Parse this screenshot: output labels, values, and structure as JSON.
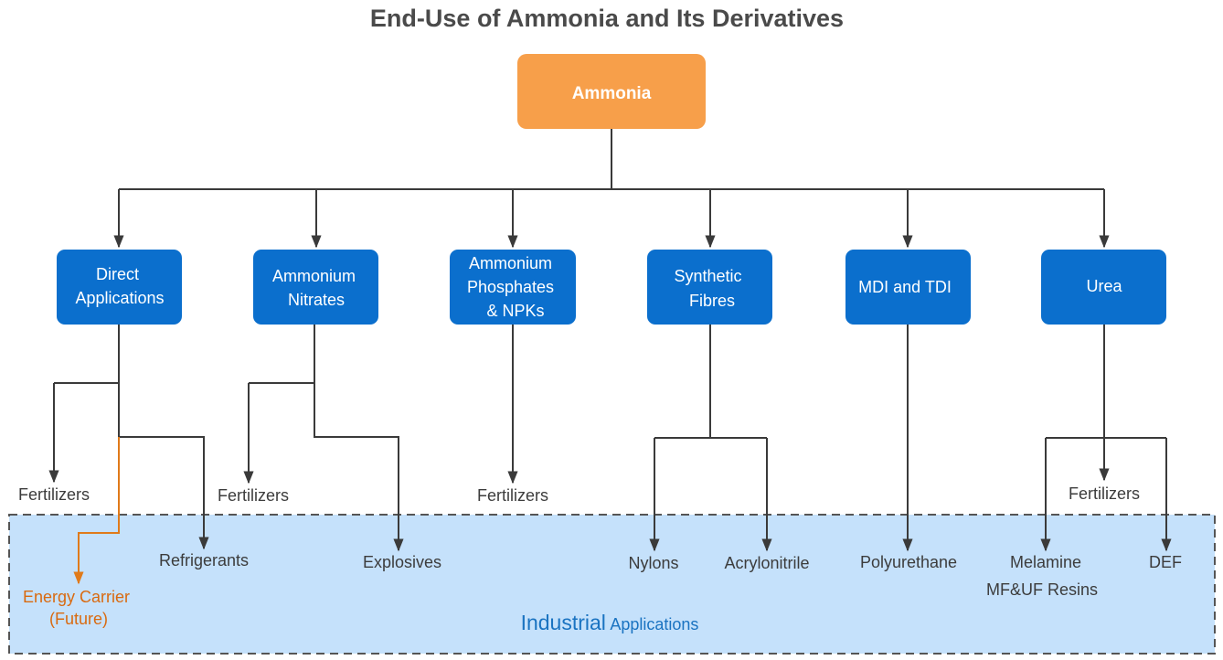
{
  "title": "End-Use of Ammonia and Its Derivatives",
  "root": {
    "label": "Ammonia",
    "color": "#f79f4a"
  },
  "node_color": "#0b6fcd",
  "zone": {
    "label_main": "Industrial",
    "label_sub": "Applications",
    "fill": "#c5e1fb"
  },
  "nodes": [
    {
      "id": "direct",
      "lines": [
        "Direct",
        "Applications"
      ]
    },
    {
      "id": "nitrates",
      "lines": [
        "Ammonium",
        "Nitrates"
      ]
    },
    {
      "id": "phosphates",
      "lines": [
        "Ammonium",
        "Phosphates",
        "& NPKs"
      ]
    },
    {
      "id": "fibres",
      "lines": [
        "Synthetic",
        "Fibres"
      ]
    },
    {
      "id": "mdi",
      "lines": [
        "MDI and TDI"
      ]
    },
    {
      "id": "urea",
      "lines": [
        "Urea"
      ]
    }
  ],
  "leaves": {
    "direct_fertilizers": "Fertilizers",
    "direct_energy_1": "Energy Carrier",
    "direct_energy_2": "(Future)",
    "direct_refrigerants": "Refrigerants",
    "nitrates_fertilizers": "Fertilizers",
    "nitrates_explosives": "Explosives",
    "phosphates_fertilizers": "Fertilizers",
    "fibres_nylons": "Nylons",
    "fibres_acrylonitrile": "Acrylonitrile",
    "mdi_polyurethane": "Polyurethane",
    "urea_fertilizers": "Fertilizers",
    "urea_melamine": "Melamine",
    "urea_resins": "MF&UF Resins",
    "urea_def": "DEF"
  }
}
